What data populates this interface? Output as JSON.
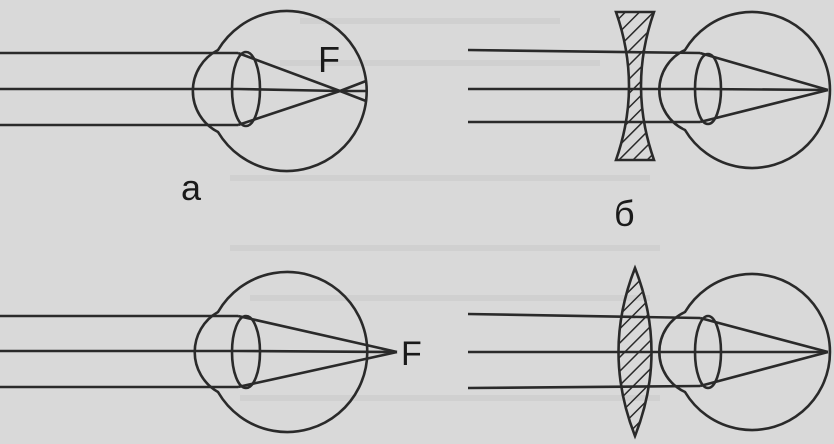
{
  "labels": {
    "panel_a": "а",
    "panel_b": "б",
    "focus_top": "F",
    "focus_bottom": "F"
  },
  "colors": {
    "background": "#d9d9d9",
    "ink": "#2a2a2a",
    "bleed_text": "#bdbdbd"
  }
}
